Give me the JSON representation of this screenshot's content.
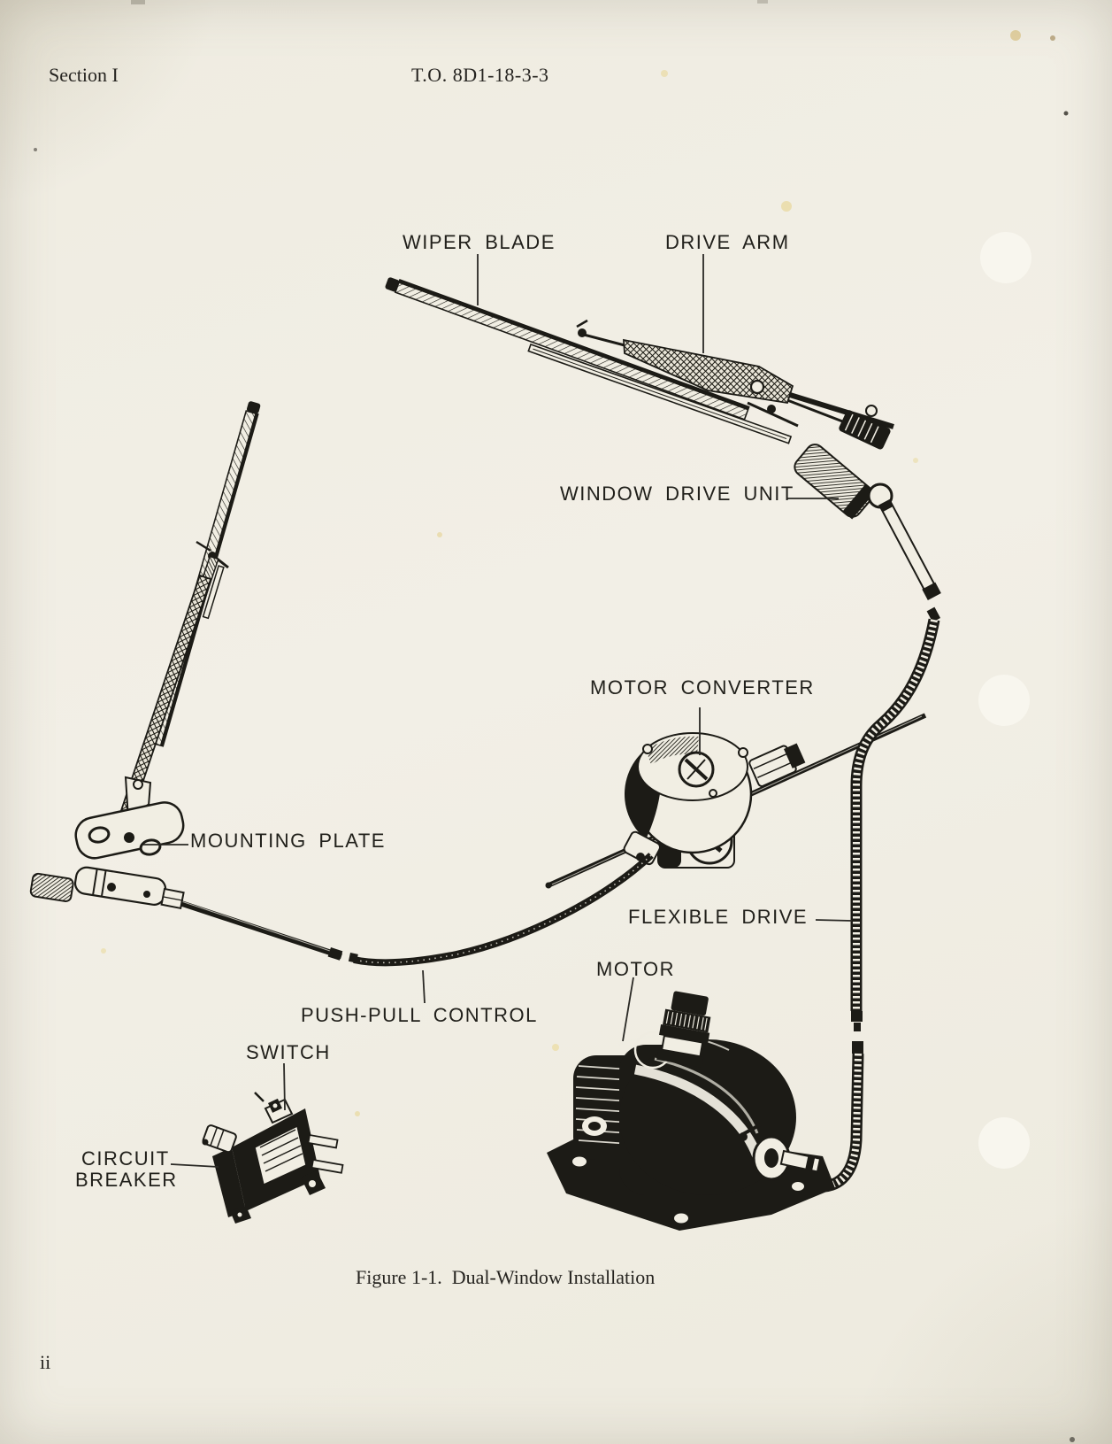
{
  "header": {
    "section": "Section I",
    "to_number": "T.O. 8D1-18-3-3"
  },
  "figure": {
    "caption": "Figure 1-1.  Dual-Window Installation",
    "labels": {
      "wiper_blade": "WIPER BLADE",
      "drive_arm": "DRIVE ARM",
      "window_drive_unit": "WINDOW DRIVE UNIT",
      "motor_converter": "MOTOR CONVERTER",
      "mounting_plate": "MOUNTING PLATE",
      "flexible_drive": "FLEXIBLE DRIVE",
      "motor": "MOTOR",
      "push_pull_control": "PUSH-PULL CONTROL",
      "switch": "SWITCH",
      "circuit_breaker_line1": "CIRCUIT",
      "circuit_breaker_line2": "BREAKER"
    }
  },
  "footer": {
    "page_number": "ii"
  },
  "colors": {
    "paper": "#f1eee3",
    "ink": "#1c1b16"
  }
}
